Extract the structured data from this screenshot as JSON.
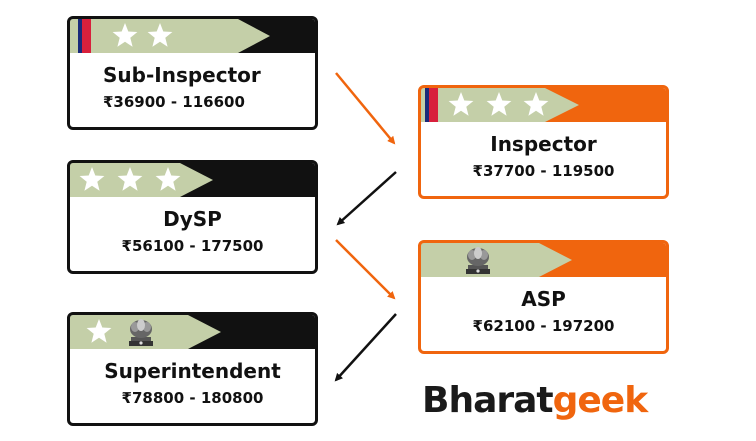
{
  "ranks": [
    {
      "title": "Sub-Inspector",
      "pay": "₹36900 - 116600",
      "insignia": "two-stars-with-ribbon"
    },
    {
      "title": "Inspector",
      "pay": "₹37700 - 119500",
      "insignia": "three-stars-with-ribbon"
    },
    {
      "title": "DySP",
      "pay": "₹56100 - 177500",
      "insignia": "three-stars"
    },
    {
      "title": "ASP",
      "pay": "₹62100 - 197200",
      "insignia": "national-emblem"
    },
    {
      "title": "Superintendent",
      "pay": "₹78800 - 180800",
      "insignia": "star-and-national-emblem"
    }
  ],
  "logo": {
    "part1": "Bharat",
    "part2": "geek"
  },
  "colors": {
    "black": "#111111",
    "orange": "#f0650e",
    "insignia_bg": "#c4cfa8",
    "ribbon_red": "#d8203c",
    "ribbon_blue": "#1a2a7a"
  }
}
